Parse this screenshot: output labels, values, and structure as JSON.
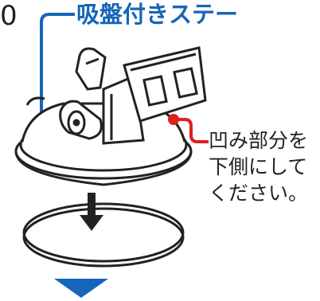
{
  "step_number": "0",
  "callouts": {
    "suction_mount": {
      "label": "吸盤付きステー",
      "color": "#1565b8"
    },
    "notch_note": {
      "lines": [
        "凹み部分を",
        "下側にして",
        "ください。"
      ],
      "color": "#e0201b"
    }
  },
  "arrows": {
    "attach_direction": "down-arrow",
    "next_step": "blue-down-triangle",
    "next_step_color": "#1565b8"
  }
}
